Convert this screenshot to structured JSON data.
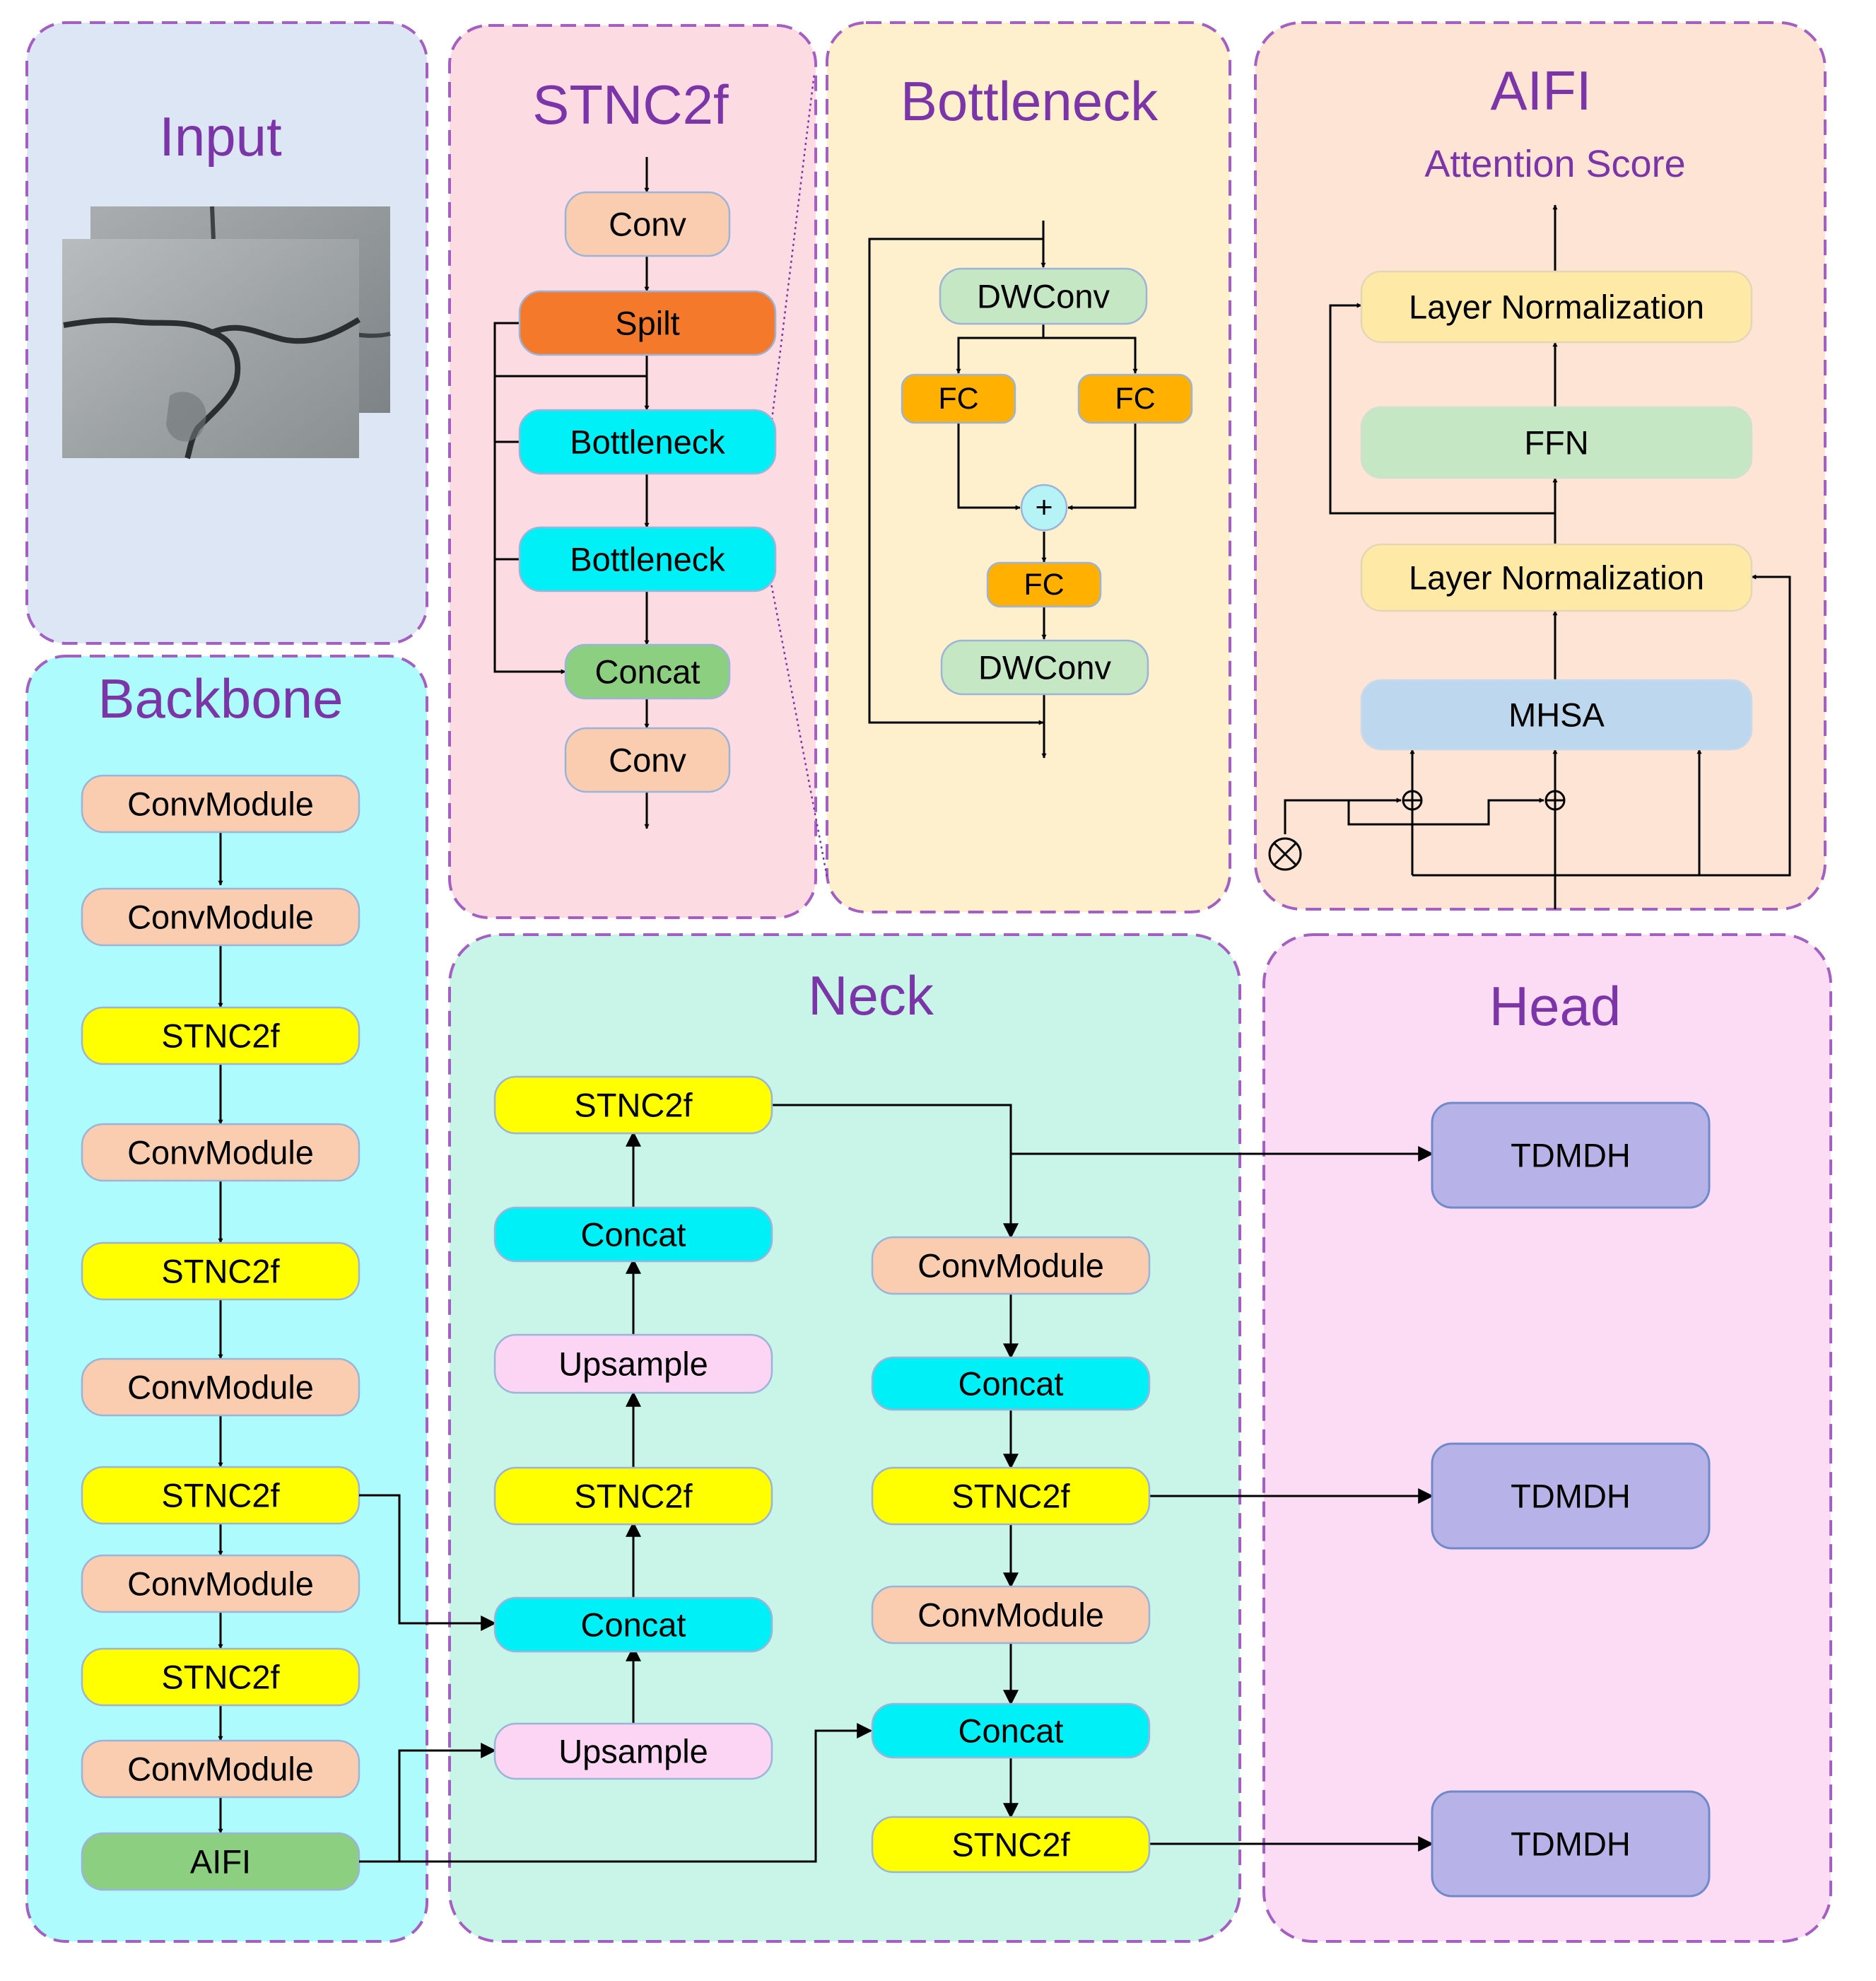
{
  "panels": {
    "input": "Input",
    "backbone": "Backbone",
    "stnc2f": "STNC2f",
    "bottleneck": "Bottleneck",
    "aifi": "AIFI",
    "aifi_subtitle": "Attention Score",
    "neck": "Neck",
    "head": "Head"
  },
  "backbone": {
    "b0": "ConvModule",
    "b1": "ConvModule",
    "b2": "STNC2f",
    "b3": "ConvModule",
    "b4": "STNC2f",
    "b5": "ConvModule",
    "b6": "STNC2f",
    "b7": "ConvModule",
    "b8": "STNC2f",
    "b9": "ConvModule",
    "b10": "AIFI"
  },
  "stnc2f_detail": {
    "conv_in": "Conv",
    "split": "Spilt",
    "bottleneck1": "Bottleneck",
    "bottleneck2": "Bottleneck",
    "concat": "Concat",
    "conv_out": "Conv"
  },
  "bottleneck_detail": {
    "dwconv_in": "DWConv",
    "fc_left": "FC",
    "fc_right": "FC",
    "plus": "+",
    "fc_mid": "FC",
    "dwconv_out": "DWConv"
  },
  "aifi_detail": {
    "layernorm_top": "Layer Normalization",
    "ffn": "FFN",
    "layernorm_bottom": "Layer Normalization",
    "mhsa": "MHSA"
  },
  "neck": {
    "l1": "STNC2f",
    "l2": "Concat",
    "l3": "Upsample",
    "l4": "STNC2f",
    "l5": "Concat",
    "l6": "Upsample",
    "r1": "ConvModule",
    "r2": "Concat",
    "r3": "STNC2f",
    "r4": "ConvModule",
    "r5": "Concat",
    "r6": "STNC2f"
  },
  "head": {
    "h1": "TDMDH",
    "h2": "TDMDH",
    "h3": "TDMDH"
  },
  "colors": {
    "input_bg": "#dce6f4",
    "backbone_bg": "#adfbfd",
    "stnc2f_bg": "#fcdbe3",
    "bottleneck_bg": "#fff0cd",
    "aifi_bg": "#fde4d4",
    "neck_bg": "#c8f5e8",
    "head_bg": "#fcdcf5",
    "panel_border": "#a55fc2",
    "title_text": "#7b35a8",
    "convmodule": "#fbcdb0",
    "stnc2f": "#ffff00",
    "concat": "#00f0f8",
    "upsample": "#fcd5f5",
    "aifi_block": "#8ccf80",
    "split": "#f5792a",
    "dwconv": "#c6e7c4",
    "fc": "#ffb000",
    "layernorm": "#ffe9a6",
    "ffn": "#c6e7c4",
    "mhsa": "#bcd7ee",
    "tdmdh": "#b7b3e9"
  },
  "icons": {
    "plus_circle": "plus-circle-icon",
    "multiply_circle": "multiply-circle-icon",
    "crack_photo": "crack-image-icon"
  }
}
